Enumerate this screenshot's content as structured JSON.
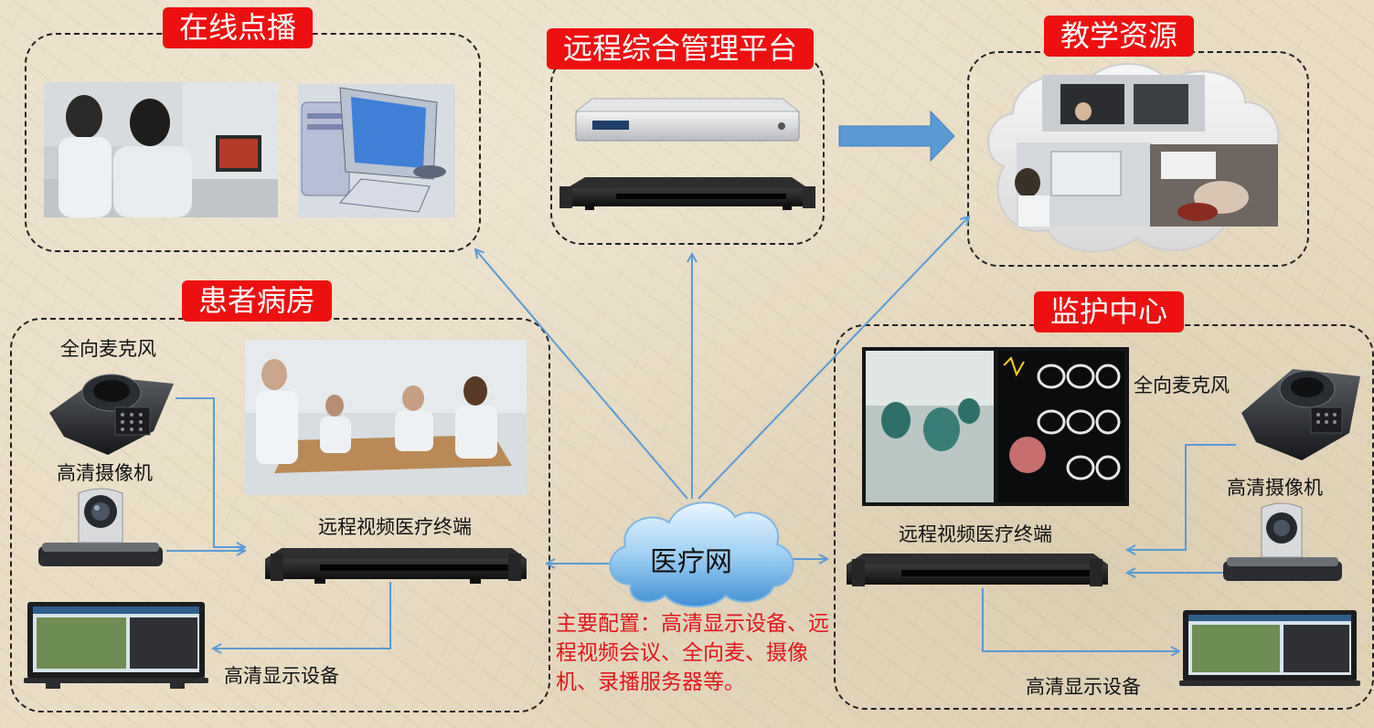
{
  "regions": {
    "vod": {
      "title": "在线点播"
    },
    "platform": {
      "title": "远程综合管理平台"
    },
    "teaching": {
      "title": "教学资源"
    },
    "ward": {
      "title": "患者病房",
      "mic": "全向麦克风",
      "camera": "高清摄像机",
      "terminal": "远程视频医疗终端",
      "display": "高清显示设备"
    },
    "monitor": {
      "title": "监护中心",
      "mic": "全向麦克风",
      "camera": "高清摄像机",
      "terminal": "远程视频医疗终端",
      "display": "高清显示设备"
    }
  },
  "network": {
    "label": "医疗网"
  },
  "config_note": "主要配置：高清显示设备、远程视频会议、全向麦、摄像机、录播服务器等。",
  "colors": {
    "tag": "#ee1010",
    "arrow": "#5b9bd5",
    "note": "#e2161b"
  }
}
